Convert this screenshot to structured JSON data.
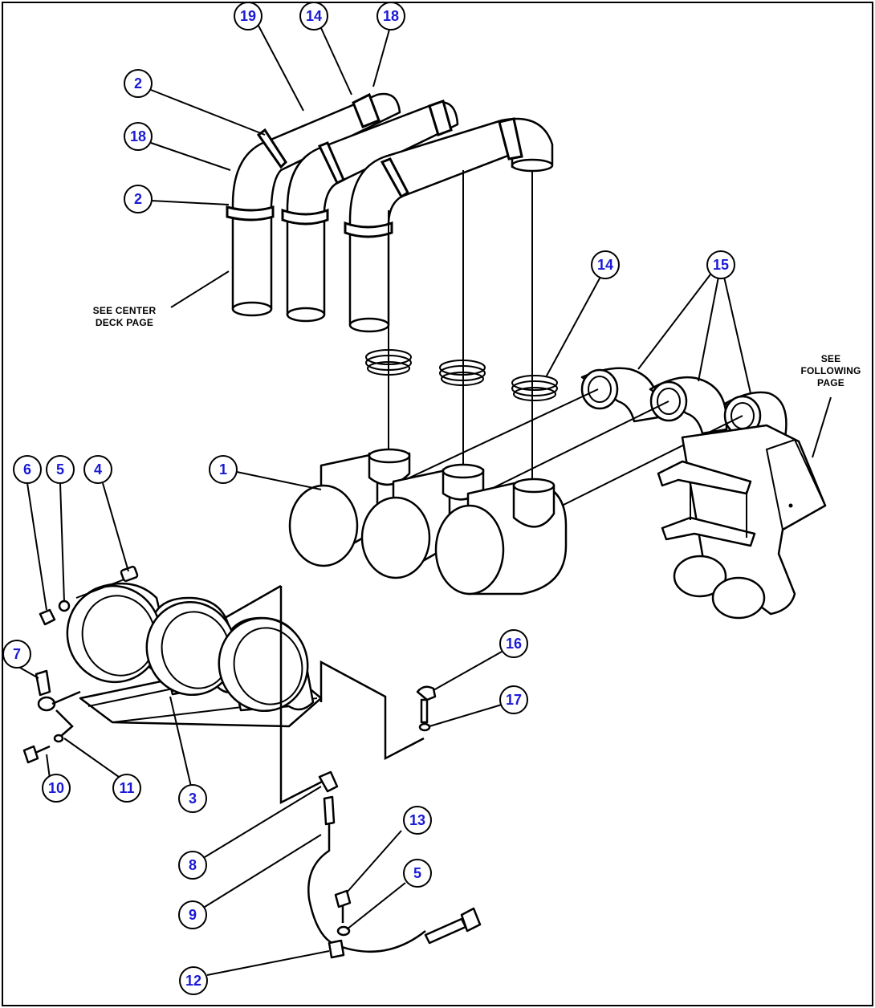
{
  "callouts": [
    {
      "id": "c19a",
      "label": "19"
    },
    {
      "id": "c14a",
      "label": "14"
    },
    {
      "id": "c18a",
      "label": "18"
    },
    {
      "id": "c2a",
      "label": "2"
    },
    {
      "id": "c18b",
      "label": "18"
    },
    {
      "id": "c2b",
      "label": "2"
    },
    {
      "id": "c14b",
      "label": "14"
    },
    {
      "id": "c15",
      "label": "15"
    },
    {
      "id": "c1",
      "label": "1"
    },
    {
      "id": "c6",
      "label": "6"
    },
    {
      "id": "c5a",
      "label": "5"
    },
    {
      "id": "c4",
      "label": "4"
    },
    {
      "id": "c7",
      "label": "7"
    },
    {
      "id": "c16",
      "label": "16"
    },
    {
      "id": "c17",
      "label": "17"
    },
    {
      "id": "c10",
      "label": "10"
    },
    {
      "id": "c11",
      "label": "11"
    },
    {
      "id": "c3",
      "label": "3"
    },
    {
      "id": "c13",
      "label": "13"
    },
    {
      "id": "c5b",
      "label": "5"
    },
    {
      "id": "c8",
      "label": "8"
    },
    {
      "id": "c9",
      "label": "9"
    },
    {
      "id": "c12",
      "label": "12"
    }
  ],
  "notes": {
    "center_deck": [
      "SEE CENTER",
      "DECK PAGE"
    ],
    "following": [
      "SEE",
      "FOLLOWING",
      "PAGE"
    ]
  },
  "colors": {
    "callout_text": "#1a1ad6",
    "line": "#000000",
    "background": "#ffffff"
  }
}
